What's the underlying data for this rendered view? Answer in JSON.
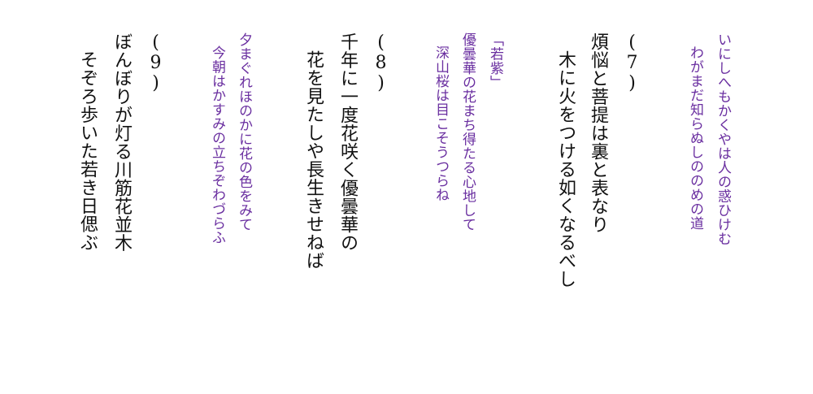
{
  "colors": {
    "main": "#111111",
    "accent": "#6a2fa0",
    "background": "#ffffff"
  },
  "quote_1": {
    "line_1": "いにしへもかくやは人の惑ひけむ",
    "line_2": "わがまだ知らぬしののめの道"
  },
  "section_7": {
    "number": "(7)",
    "line_1": "煩悩と菩提は裏と表なり",
    "line_2": "木に火をつける如くなるべし"
  },
  "quote_2": {
    "source": "「若紫」",
    "line_1": "優曇華の花まち得たる心地して",
    "line_2": "深山桜は目こそうつらね"
  },
  "section_8": {
    "number": "(8)",
    "line_1": "千年に一度花咲く優曇華の",
    "line_2": "花を見たしや長生きせねば"
  },
  "quote_3": {
    "line_1": "夕まぐれほのかに花の色をみて",
    "line_2": "今朝はかすみの立ちぞわづらふ"
  },
  "section_9": {
    "number": "(9)",
    "line_1": "ぼんぼりが灯る川筋花並木",
    "line_2": "そぞろ歩いた若き日偲ぶ"
  }
}
